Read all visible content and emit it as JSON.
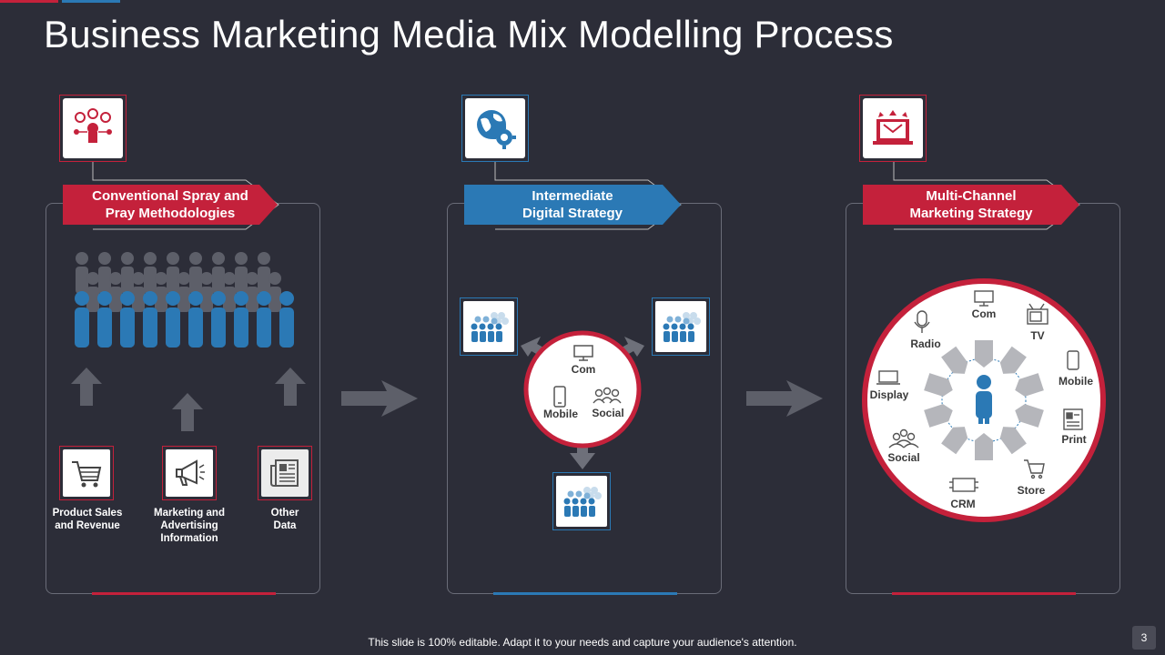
{
  "title": "Business Marketing Media Mix Modelling Process",
  "colors": {
    "red": "#c4213b",
    "blue": "#2b79b5",
    "background": "#2c2d38",
    "grey": "#5d5f69"
  },
  "panels": [
    {
      "banner": "Conventional Spray and\nPray Methodologies",
      "icon": "influence-icon",
      "sources": [
        {
          "label": "Product Sales\nand Revenue",
          "icon": "cart-icon"
        },
        {
          "label": "Marketing and\nAdvertising\nInformation",
          "icon": "megaphone-icon"
        },
        {
          "label": "Other\nData",
          "icon": "newspaper-icon"
        }
      ]
    },
    {
      "banner": "Intermediate\nDigital Strategy",
      "icon": "globe-gear-icon",
      "hub": {
        "com": "Com",
        "mobile": "Mobile",
        "social": "Social"
      }
    },
    {
      "banner": "Multi-Channel\nMarketing Strategy",
      "icon": "email-marketing-icon",
      "channels": {
        "com": "Com",
        "tv": "TV",
        "radio": "Radio",
        "mobile": "Mobile",
        "display": "Display",
        "print": "Print",
        "social": "Social",
        "store": "Store",
        "crm": "CRM"
      }
    }
  ],
  "footer": "This slide is 100% editable. Adapt it to your needs and capture your audience's attention.",
  "page_number": "3"
}
